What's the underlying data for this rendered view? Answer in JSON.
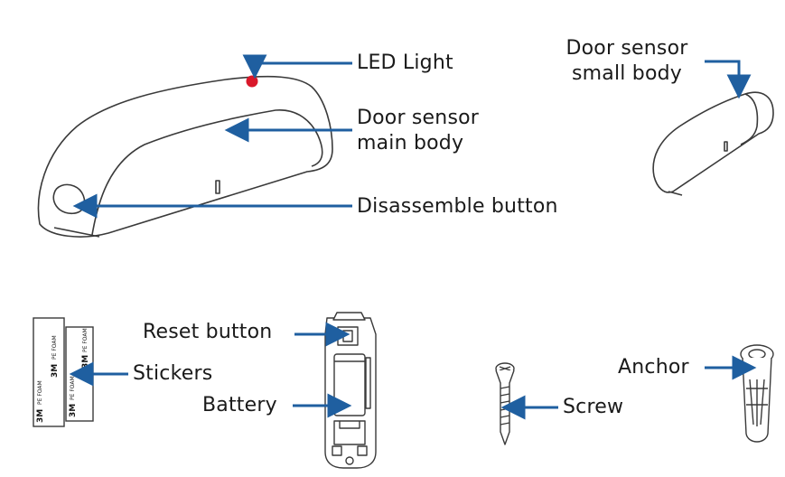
{
  "labels": {
    "led_light": "LED Light",
    "main_body_line1": "Door sensor",
    "main_body_line2": "main body",
    "small_body_line1": "Door sensor",
    "small_body_line2": "small body",
    "disassemble_button": "Disassemble button",
    "reset_button": "Reset button",
    "stickers": "Stickers",
    "battery": "Battery",
    "screw": "Screw",
    "anchor": "Anchor"
  },
  "sticker_print": {
    "logo": "3M",
    "text": "PE FOAM"
  },
  "colors": {
    "arrow": "#1f5fa0",
    "led": "#d9182a",
    "outline": "#3a3a3a"
  }
}
